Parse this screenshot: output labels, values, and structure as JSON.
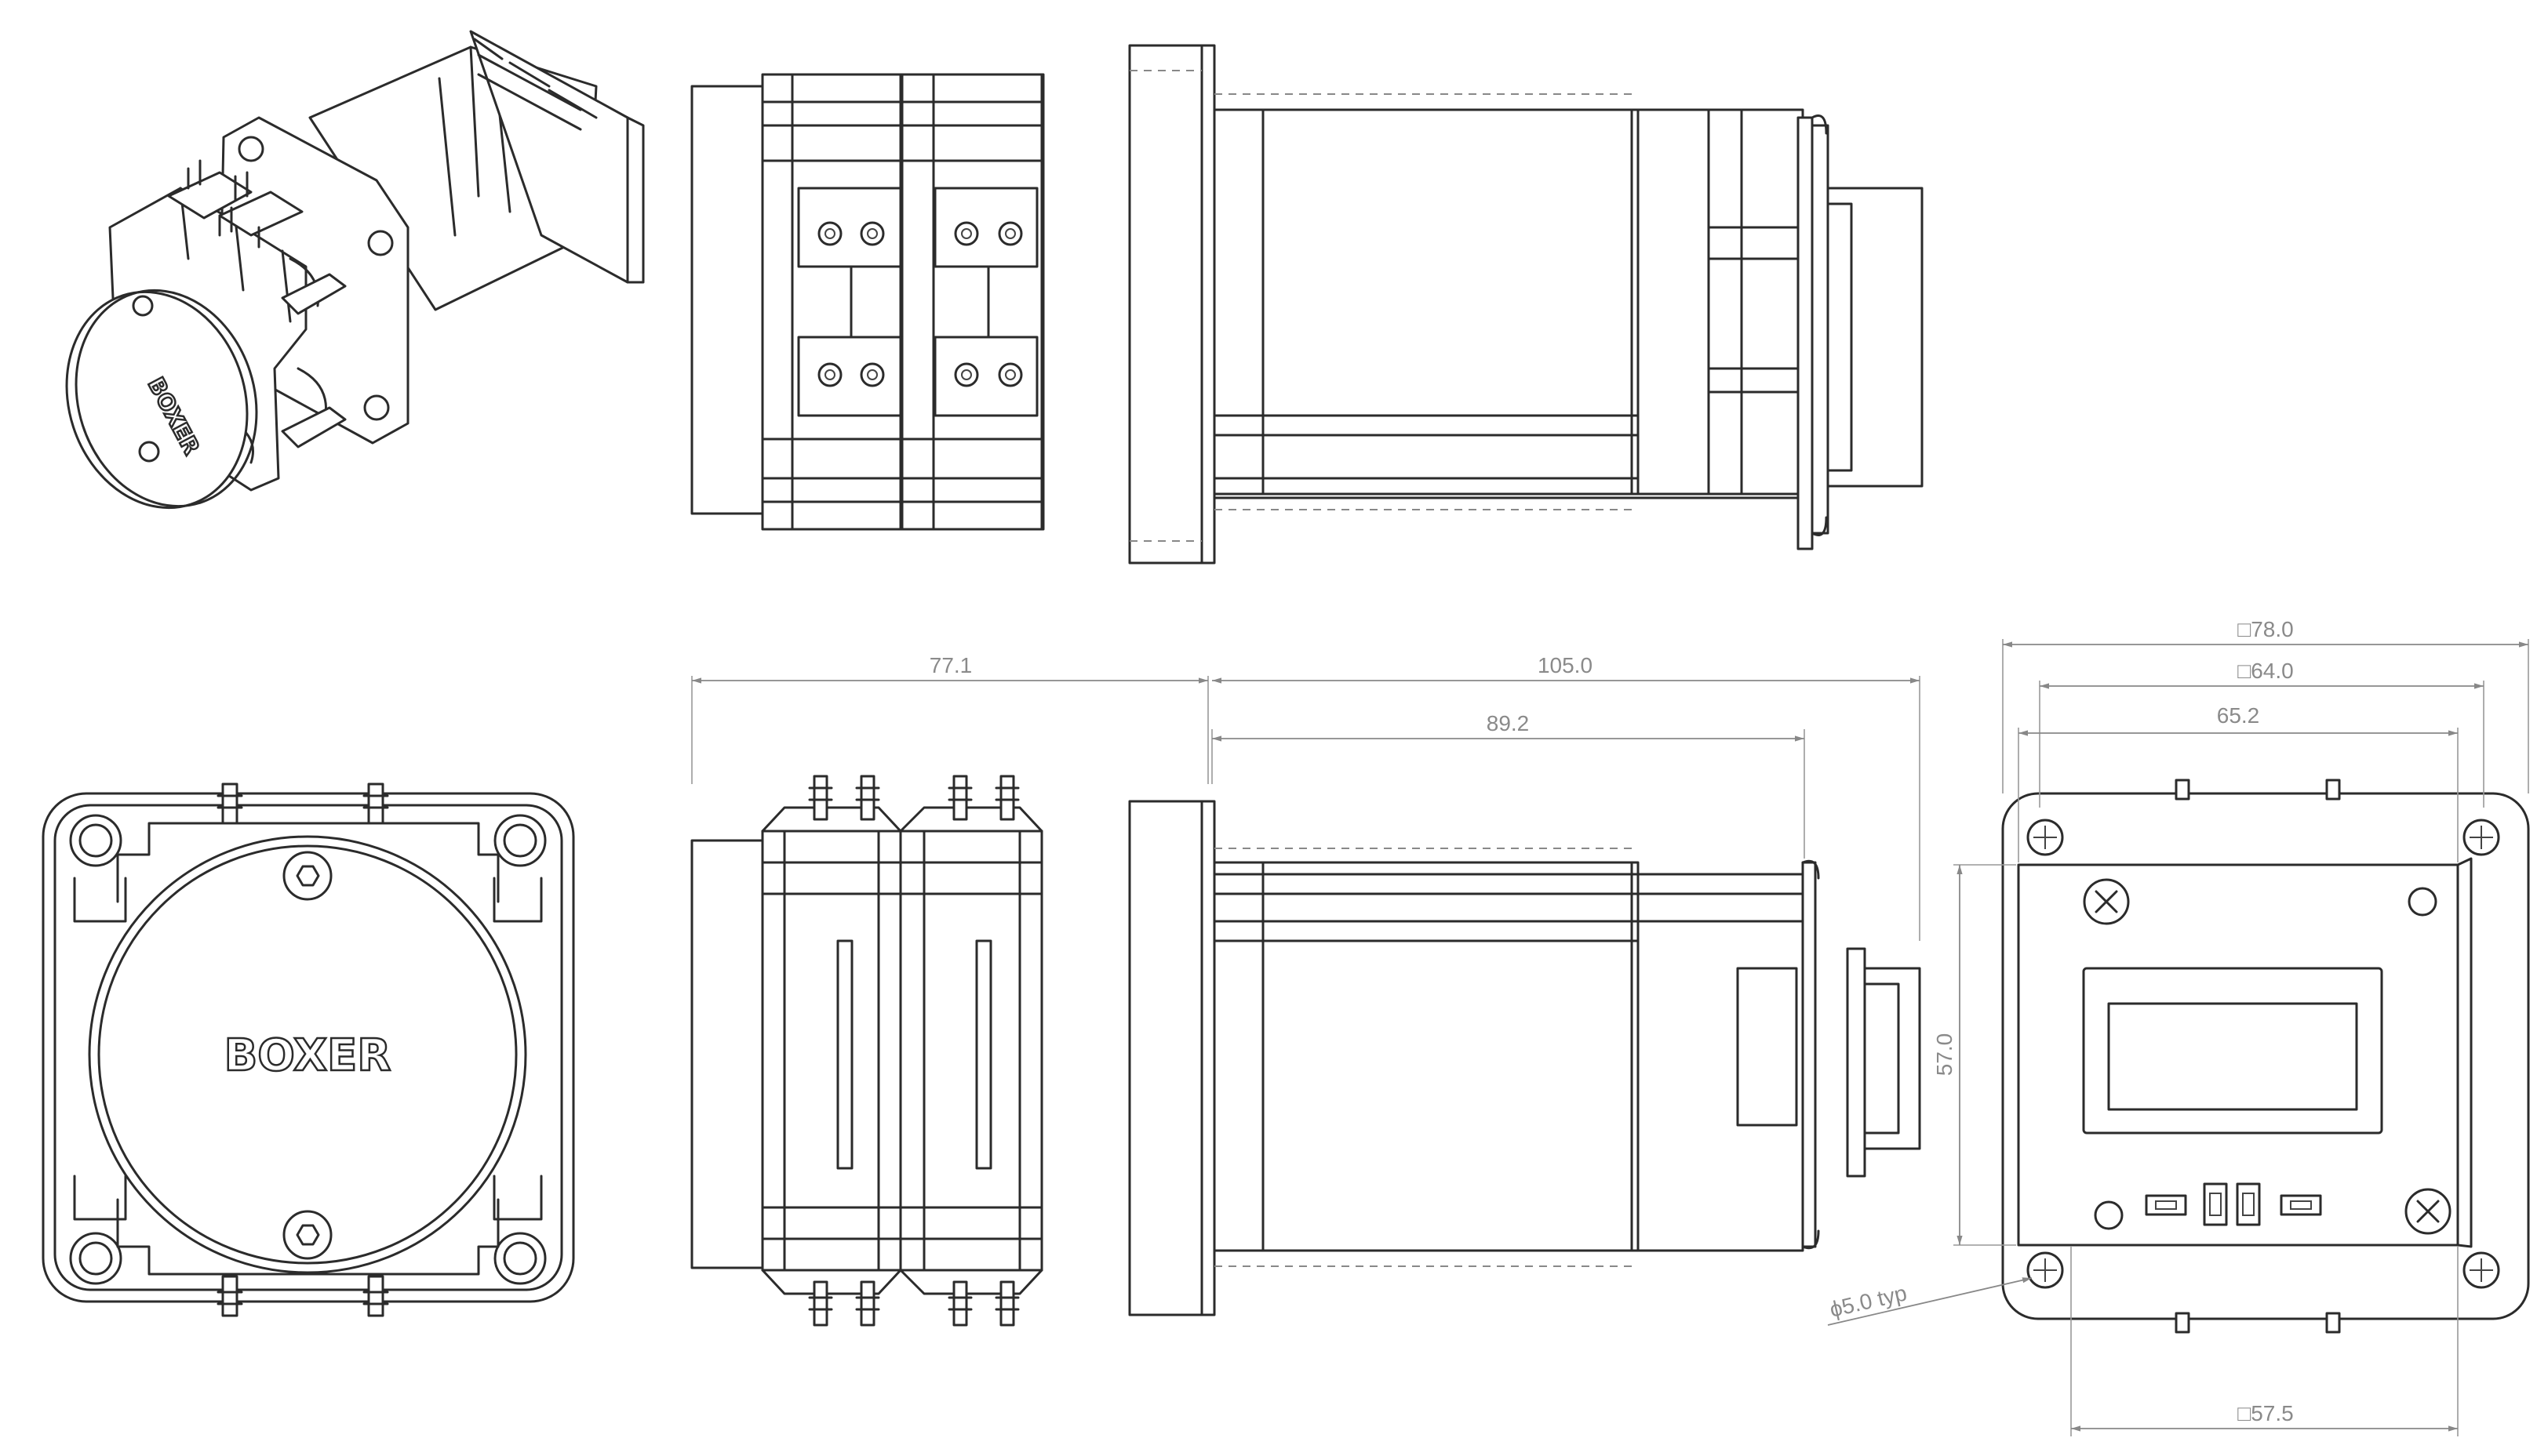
{
  "brand_label": "BOXER",
  "brand_label_iso": "BOXER",
  "dimensions": {
    "width_front": "77.1",
    "length_motor": "105.0",
    "length_motor_body": "89.2",
    "flange_square": "□78.0",
    "bolt_square": "□64.0",
    "plate_width": "65.2",
    "plate_height": "57.0",
    "base_square": "□57.5",
    "hole_diameter": "ϕ5.0 typ"
  },
  "colors": {
    "line": "#2b2b2b",
    "hidden_line": "#888888",
    "dimension": "#8a8a8a",
    "background": "#ffffff"
  }
}
